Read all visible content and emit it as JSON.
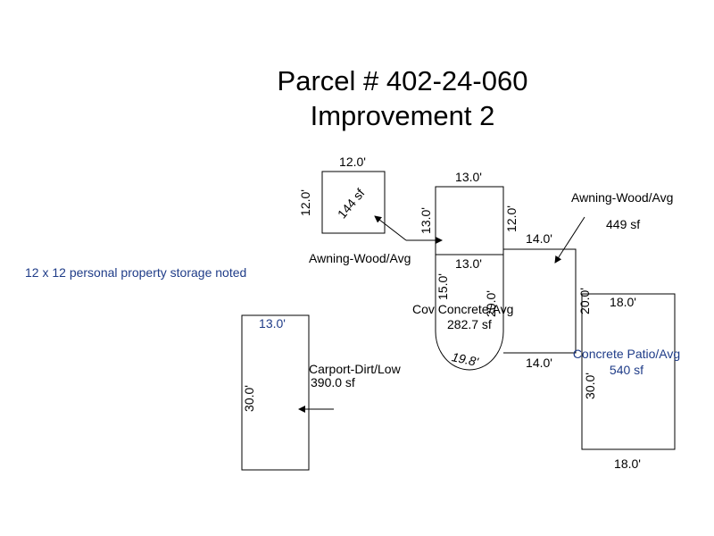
{
  "title": {
    "line1": "Parcel # 402-24-060",
    "line2": "Improvement 2"
  },
  "note": "12 x 12 personal property storage noted",
  "colors": {
    "note_blue": "#1f3c88",
    "line": "#000000"
  },
  "storage": {
    "width_label": "12.0'",
    "height_label": "12.0'",
    "area_label": "144 sf"
  },
  "awning_left": {
    "label": "Awning-Wood/Avg",
    "top_label": "13.0'",
    "left_label": "13.0'",
    "right_label": "12.0'"
  },
  "awning_right": {
    "label": "Awning-Wood/Avg",
    "area_label": "449 sf",
    "top_label": "14.0'",
    "right_label": "20.0'",
    "bottom_label": "14.0'"
  },
  "cov_concrete": {
    "label": "Cov Concrete/Avg",
    "area_label": "282.7 sf",
    "top_label": "13.0'",
    "left_label": "15.0'",
    "right_label": "20.0'",
    "arc_label": "19.8'"
  },
  "carport": {
    "label": "Carport-Dirt/Low",
    "area_label": "390.0 sf",
    "top_label": "13.0'",
    "side_label": "30.0'"
  },
  "patio": {
    "label": "Concrete Patio/Avg",
    "area_label": "540 sf",
    "top_label": "18.0'",
    "side_label": "30.0'",
    "bottom_label": "18.0'"
  }
}
